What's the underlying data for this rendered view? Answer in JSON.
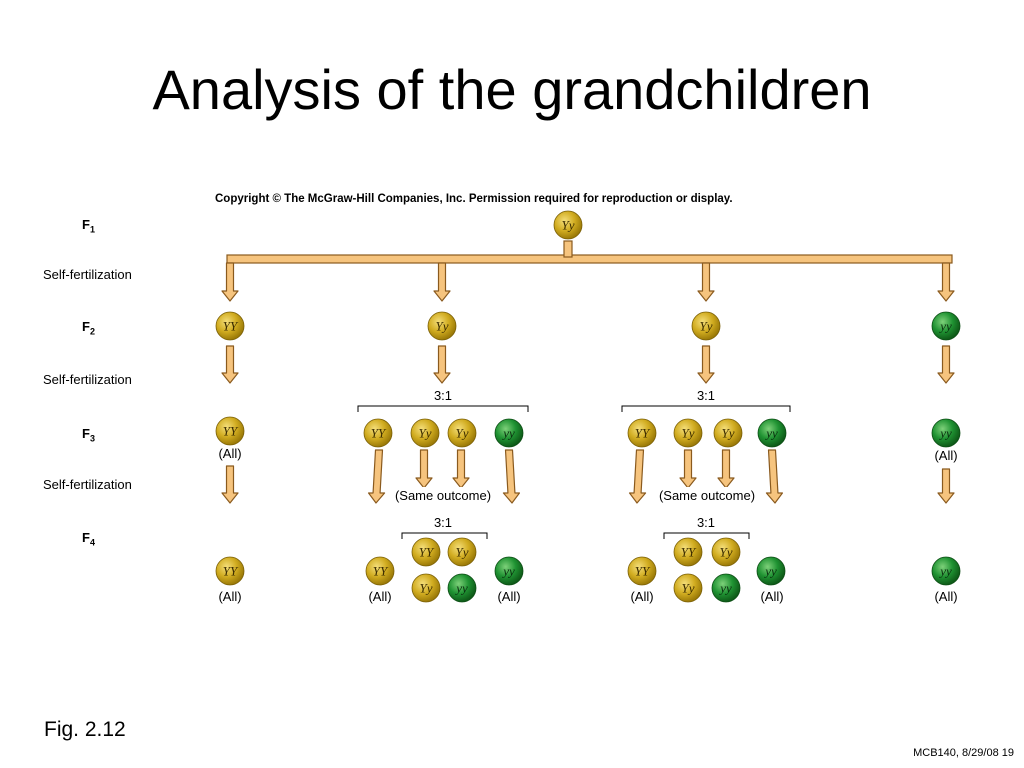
{
  "title": "Analysis of the grandchildren",
  "copyright": "Copyright © The McGraw-Hill Companies, Inc. Permission required for reproduction or display.",
  "generations": {
    "f1": {
      "letter": "F",
      "sub": "1"
    },
    "f2": {
      "letter": "F",
      "sub": "2"
    },
    "f3": {
      "letter": "F",
      "sub": "3"
    },
    "f4": {
      "letter": "F",
      "sub": "4"
    }
  },
  "self_fertilization": "Self-fertilization",
  "ratio": "3:1",
  "all": "(All)",
  "same_outcome": "(Same outcome)",
  "fig_caption": "Fig. 2.12",
  "footer": "MCB140, 8/29/08 19",
  "colors": {
    "yellow_pea": "#c9a417",
    "green_pea": "#1e8a2c",
    "arrow_fill": "#f6c47e",
    "arrow_stroke": "#8a5a1e"
  },
  "peas": {
    "f1": [
      "Yy"
    ],
    "f2": [
      "YY",
      "Yy",
      "Yy",
      "yy"
    ],
    "f3_left": [
      "YY"
    ],
    "f3_group1": [
      "YY",
      "Yy",
      "Yy",
      "yy"
    ],
    "f3_group2": [
      "YY",
      "Yy",
      "Yy",
      "yy"
    ],
    "f3_right": [
      "yy"
    ],
    "f4_left": [
      "YY"
    ],
    "f4_group1_outer": [
      "YY",
      "yy"
    ],
    "f4_group1_inner": [
      "YY",
      "Yy",
      "Yy",
      "yy"
    ],
    "f4_group2_outer": [
      "YY",
      "yy"
    ],
    "f4_group2_inner": [
      "YY",
      "Yy",
      "Yy",
      "yy"
    ],
    "f4_right": [
      "yy"
    ]
  }
}
